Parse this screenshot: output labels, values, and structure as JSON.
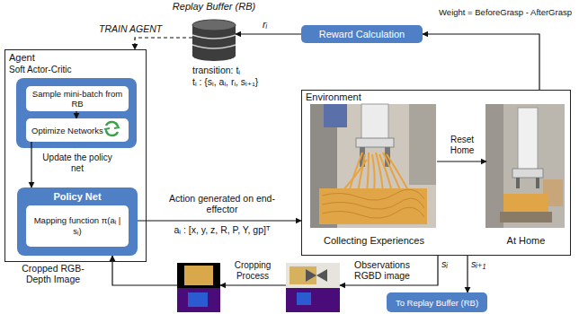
{
  "diagram": {
    "nodes": [
      {
        "text": [
          "Replay Buffer (RB)"
        ]
      },
      {
        "text": [
          "Reward Calculation"
        ]
      },
      {
        "text": [
          "Agent",
          "Soft Actor-Critic"
        ]
      },
      {
        "text": [
          "Sample mini-batch from RB"
        ],
        "in": 2
      },
      {
        "text": [
          "Optimize Networks"
        ],
        "in": 2
      },
      {
        "text": [
          "Policy Net"
        ],
        "in": 2
      },
      {
        "text": [
          "Mapping function π(aᵢ | sᵢ)"
        ],
        "in": 5
      },
      {
        "text": [
          "Environment"
        ]
      },
      {
        "text": [
          "Collecting Experiences"
        ],
        "in": 7
      },
      {
        "text": [
          "At Home"
        ],
        "in": 7
      },
      {
        "text": [
          "Observations RGBD image"
        ]
      },
      {
        "text": [
          "Cropped RGB-Depth Image"
        ]
      },
      {
        "text": [
          "To Replay Buffer (RB)"
        ]
      }
    ],
    "edges": [
      {
        "from": 0,
        "to": 2,
        "label": "TRAIN AGENT",
        "arrow": "to"
      },
      {
        "from": 1,
        "to": 0,
        "label": "rᵢ",
        "arrow": "to"
      },
      {
        "from": 7,
        "to": 1,
        "label": "Weight = BeforeGrasp - AfterGrasp",
        "arrow": "to"
      },
      {
        "from": 3,
        "to": 4,
        "arrow": "to"
      },
      {
        "from": 4,
        "to": 5,
        "label": "Update the policy net",
        "arrow": "to"
      },
      {
        "from": 5,
        "to": 7,
        "label": "Action generated on end-effector",
        "arrow": "to"
      },
      {
        "from": 8,
        "to": 9,
        "label": "Reset Home",
        "arrow": "to"
      },
      {
        "from": 7,
        "to": 10,
        "label": "sᵢ",
        "arrow": "to"
      },
      {
        "from": 7,
        "to": 12,
        "label": "sᵢ₊₁",
        "arrow": "to"
      },
      {
        "from": 10,
        "to": 11,
        "label": "Cropping Process",
        "arrow": "to"
      },
      {
        "from": 11,
        "to": 5,
        "arrow": "to"
      }
    ],
    "labels": [
      "transition: tᵢ",
      "tᵢ : {sᵢ, aᵢ, rᵢ, sᵢ₊₁}",
      "aᵢ : [x, y, z, R, P, Y, gp]ᵀ"
    ]
  }
}
